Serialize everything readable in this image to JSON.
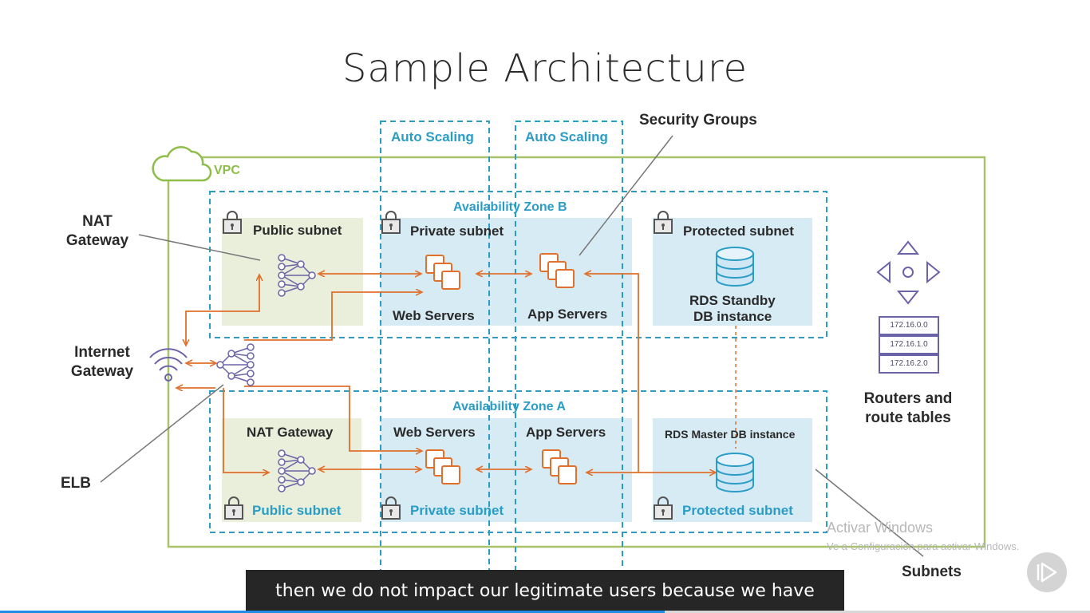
{
  "slide": {
    "title": "Sample Architecture",
    "caption": "then we do not impact our legitimate users because we have"
  },
  "diagram": {
    "vpc_label": "VPC",
    "auto_scaling_labels": [
      "Auto Scaling",
      "Auto Scaling"
    ],
    "security_groups_label": "Security Groups",
    "zone_b": {
      "label": "Availability Zone B",
      "public_subnet": "Public subnet",
      "private_subnet": "Private subnet",
      "protected_subnet": "Protected subnet",
      "web_servers": "Web Servers",
      "app_servers": "App Servers",
      "rds_standby_line1": "RDS Standby",
      "rds_standby_line2": "DB instance"
    },
    "zone_a": {
      "label": "Availability Zone A",
      "nat_gateway": "NAT Gateway",
      "web_servers": "Web Servers",
      "app_servers": "App Servers",
      "rds_master": "RDS Master DB instance",
      "public_subnet": "Public subnet",
      "private_subnet": "Private subnet",
      "protected_subnet": "Protected subnet"
    },
    "external": {
      "nat_gateway_line1": "NAT",
      "nat_gateway_line2": "Gateway",
      "internet_gateway_line1": "Internet",
      "internet_gateway_line2": "Gateway",
      "elb": "ELB",
      "subnets": "Subnets",
      "routers_line1": "Routers and",
      "routers_line2": "route tables"
    },
    "route_table": [
      "172.16.0.0",
      "172.16.1.0",
      "172.16.2.0"
    ],
    "icons": [
      "cloud-icon",
      "lock-icon",
      "nat-gateway-icon",
      "server-stack-icon",
      "database-icon",
      "wifi-icon",
      "elb-icon",
      "router-icon",
      "play-icon"
    ]
  },
  "watermark": {
    "line1": "Activar Windows",
    "line2": "Ve a Configuración para activar Windows."
  },
  "video": {
    "progress": 0.61
  },
  "colors": {
    "vpc_green": "#8fbd49",
    "zone_teal": "#2a9dc6",
    "connector_orange": "#e0702c",
    "public_subnet_fill": "#e9efdb",
    "private_subnet_fill": "#d7ebf5",
    "icon_purple": "#6b63a8"
  }
}
